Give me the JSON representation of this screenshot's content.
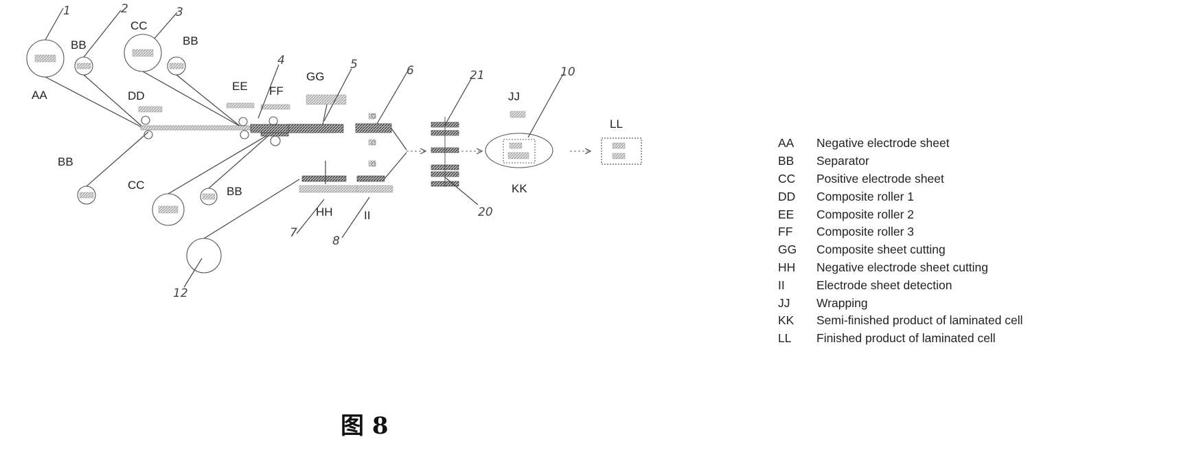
{
  "caption": "图 8",
  "reference_numbers": {
    "n1": "1",
    "n2": "2",
    "n3": "3",
    "n4": "4",
    "n5": "5",
    "n6": "6",
    "n7": "7",
    "n8": "8",
    "n10": "10",
    "n12": "12",
    "n20": "20",
    "n21": "21"
  },
  "diagram_labels": {
    "aa": "AA",
    "bb_top_left": "BB",
    "cc_top": "CC",
    "bb_top_right": "BB",
    "dd": "DD",
    "ee": "EE",
    "ff": "FF",
    "gg": "GG",
    "bb_bottom_left": "BB",
    "cc_bottom": "CC",
    "bb_bottom_right": "BB",
    "hh": "HH",
    "ii": "II",
    "jj": "JJ",
    "kk": "KK",
    "ll": "LL"
  },
  "legend": [
    {
      "code": "AA",
      "text": "Negative electrode sheet"
    },
    {
      "code": "BB",
      "text": "Separator"
    },
    {
      "code": "CC",
      "text": "Positive electrode sheet"
    },
    {
      "code": "DD",
      "text": "Composite roller 1"
    },
    {
      "code": "EE",
      "text": "Composite roller 2"
    },
    {
      "code": "FF",
      "text": "Composite roller 3"
    },
    {
      "code": "GG",
      "text": "Composite sheet cutting"
    },
    {
      "code": "HH",
      "text": "Negative electrode sheet cutting"
    },
    {
      "code": "II",
      "text": "Electrode sheet detection"
    },
    {
      "code": "JJ",
      "text": "Wrapping"
    },
    {
      "code": "KK",
      "text": "Semi-finished product of laminated cell"
    },
    {
      "code": "LL",
      "text": "Finished product of laminated cell"
    }
  ]
}
